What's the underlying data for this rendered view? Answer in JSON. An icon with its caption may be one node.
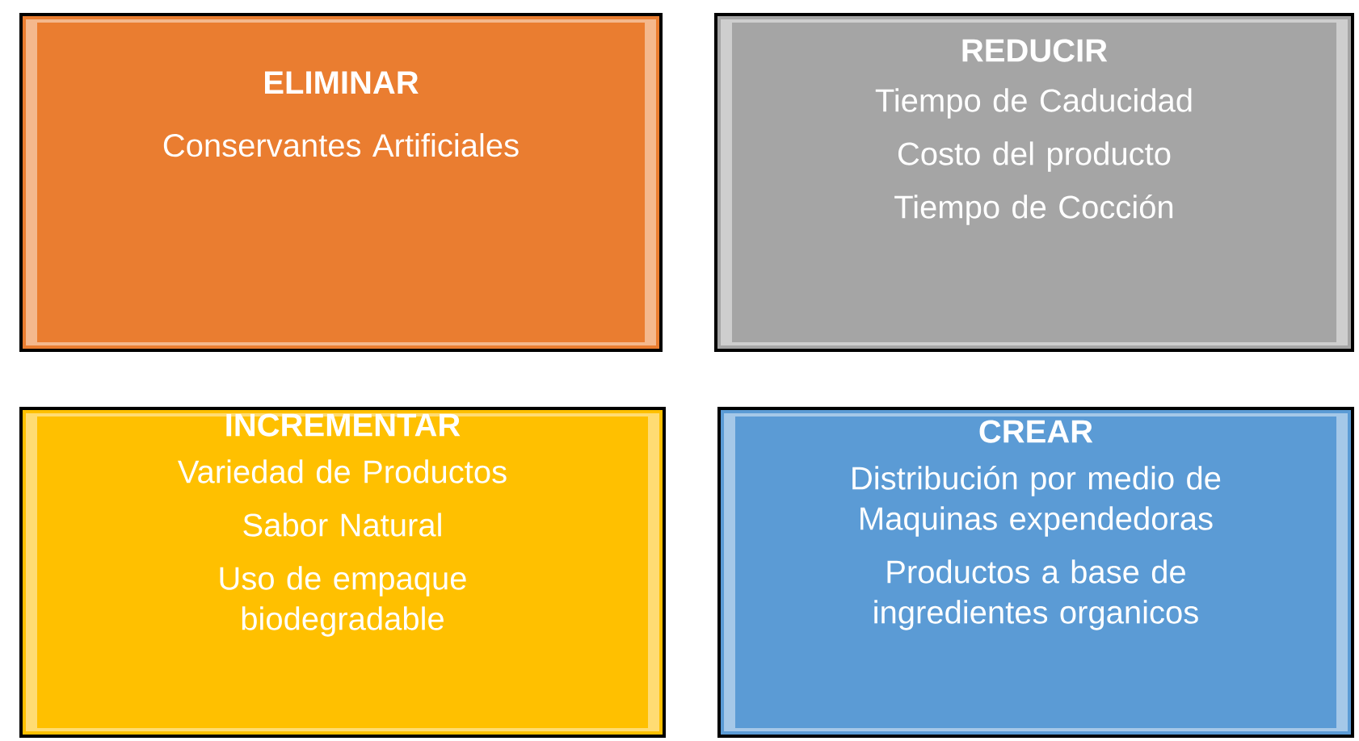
{
  "diagram": {
    "nodes": [
      {
        "text": [
          "ELIMINAR",
          "Conservantes Artificiales"
        ]
      },
      {
        "text": [
          "REDUCIR",
          "Tiempo de Caducidad",
          "Costo del producto",
          "Tiempo de Cocción"
        ]
      },
      {
        "text": [
          "INCREMENTAR",
          "Variedad de Productos",
          "Sabor Natural",
          "Uso de empaque biodegradable"
        ]
      },
      {
        "text": [
          "CREAR",
          "Distribución por medio de Maquinas expendedoras",
          "Productos a base de ingredientes organicos"
        ]
      }
    ]
  }
}
